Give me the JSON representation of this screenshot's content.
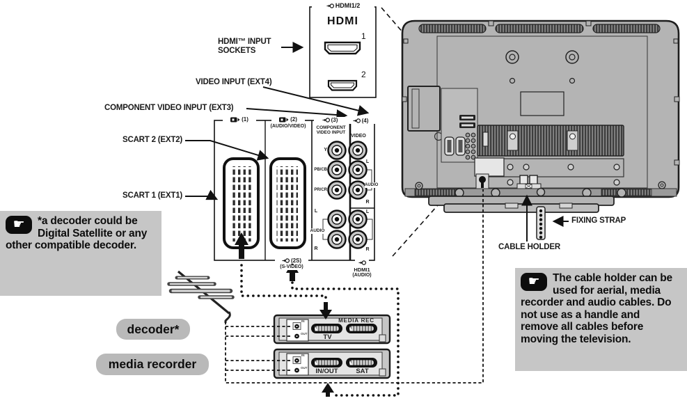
{
  "hdmi_panel": {
    "top_label": "HDMI1/2",
    "logo": "HDMI",
    "socket1": "1",
    "socket2": "2"
  },
  "callouts": {
    "hdmi_sockets": "HDMI™ INPUT SOCKETS",
    "video_input": "VIDEO INPUT (EXT4)",
    "component_input": "COMPONENT VIDEO INPUT (EXT3)",
    "scart2": "SCART 2 (EXT2)",
    "scart1": "SCART 1 (EXT1)",
    "fixing_strap": "FIXING STRAP",
    "cable_holder": "CABLE HOLDER"
  },
  "panel": {
    "col1": {
      "num": "(1)"
    },
    "col2": {
      "num": "(2)",
      "sub": "(AUDIO/VIDEO)"
    },
    "col3": {
      "num": "(3)",
      "sub1": "COMPONENT",
      "sub2": "VIDEO INPUT",
      "jacks": {
        "y": "Y",
        "pb": "PB/CB",
        "pr": "PR/CR",
        "l": "L",
        "audio": "AUDIO",
        "r": "R"
      }
    },
    "col4": {
      "num": "(4)",
      "video": "VIDEO",
      "l": "L",
      "audio": "AUDIO",
      "r": "R",
      "l2": "L",
      "r2": "R"
    },
    "bottom": {
      "s2": "(2S)",
      "svideo": "(S-VIDEO)",
      "hdmi1": "HDMI1",
      "audio": "(AUDIO)"
    }
  },
  "devices": {
    "decoder_pill": "decoder*",
    "recorder_pill": "media recorder",
    "media_rec": "MEDIA REC",
    "tv": "TV",
    "in_out": "IN/OUT",
    "sat": "SAT",
    "coax_in": "IN",
    "coax_out": "OUT"
  },
  "notes": {
    "decoder": "*a decoder could be Digital Satellite or any other compatible decoder.",
    "cable_holder": "The cable holder can be used for aerial, media recorder and audio cables. Do not use as a handle and remove all cables before moving the television."
  }
}
